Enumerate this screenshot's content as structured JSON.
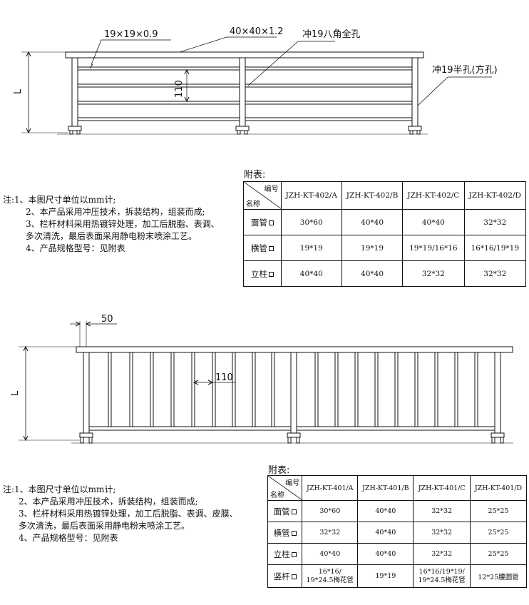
{
  "top": {
    "callout_19": "19×19×0.9",
    "callout_40": "40×40×1.2",
    "callout_octagon": "冲19八角全孔",
    "callout_half": "冲19半孔(方孔)",
    "dim_L": "L",
    "dim_110": "110",
    "notes": [
      "注:1、本图尺寸单位以mm计;",
      "2、本产品采用冲压技术，拆装结构，组装而成;",
      "3、栏杆材料采用热镀锌处理，加工后脱脂、表调、",
      "多次清洗，最后表面采用静电粉末喷涂工艺。",
      "4、产品规格型号：见附表"
    ],
    "table_title": "附表:",
    "header_a": "编号",
    "header_b": "名称",
    "columns": [
      "JZH-KT-402/A",
      "JZH-KT-402/B",
      "JZH-KT-402/C",
      "JZH-KT-402/D"
    ],
    "rows": [
      {
        "name": "面管",
        "cells": [
          "30*60",
          "40*40",
          "40*40",
          "32*32"
        ]
      },
      {
        "name": "横管",
        "cells": [
          "19*19",
          "19*19",
          "19*19/16*16",
          "16*16/19*19"
        ]
      },
      {
        "name": "立柱",
        "cells": [
          "40*40",
          "40*40",
          "32*32",
          "32*32"
        ]
      }
    ]
  },
  "bottom": {
    "dim_50": "50",
    "dim_110": "110",
    "dim_L": "L",
    "notes": [
      "注:1、本图尺寸单位以mm计;",
      "2、本产品采用冲压技术，拆装结构，组装而成;",
      "3、栏杆材料采用热镀锌处理，加工后脱脂、表调、皮膜、",
      "多次清洗，最后表面采用静电粉末喷涂工艺。",
      "4、产品规格型号：见附表"
    ],
    "table_title": "附表:",
    "header_a": "编号",
    "header_b": "名称",
    "columns": [
      "JZH-KT-401/A",
      "JZH-KT-401/B",
      "JZH-KT-401/C",
      "JZH-KT-401/D"
    ],
    "rows": [
      {
        "name": "面管",
        "cells": [
          "30*60",
          "40*40",
          "32*32",
          "25*25"
        ]
      },
      {
        "name": "横管",
        "cells": [
          "32*32",
          "40*40",
          "32*32",
          "25*25"
        ]
      },
      {
        "name": "立柱",
        "cells": [
          "40*40",
          "40*40",
          "32*32",
          "25*25"
        ]
      },
      {
        "name": "竖杆",
        "cells": [
          "16*16/\n19*24.5梅花管",
          "19*19",
          "16*16/19*19/\n19*24.5梅花管",
          "12*25腰圆管"
        ]
      }
    ]
  }
}
